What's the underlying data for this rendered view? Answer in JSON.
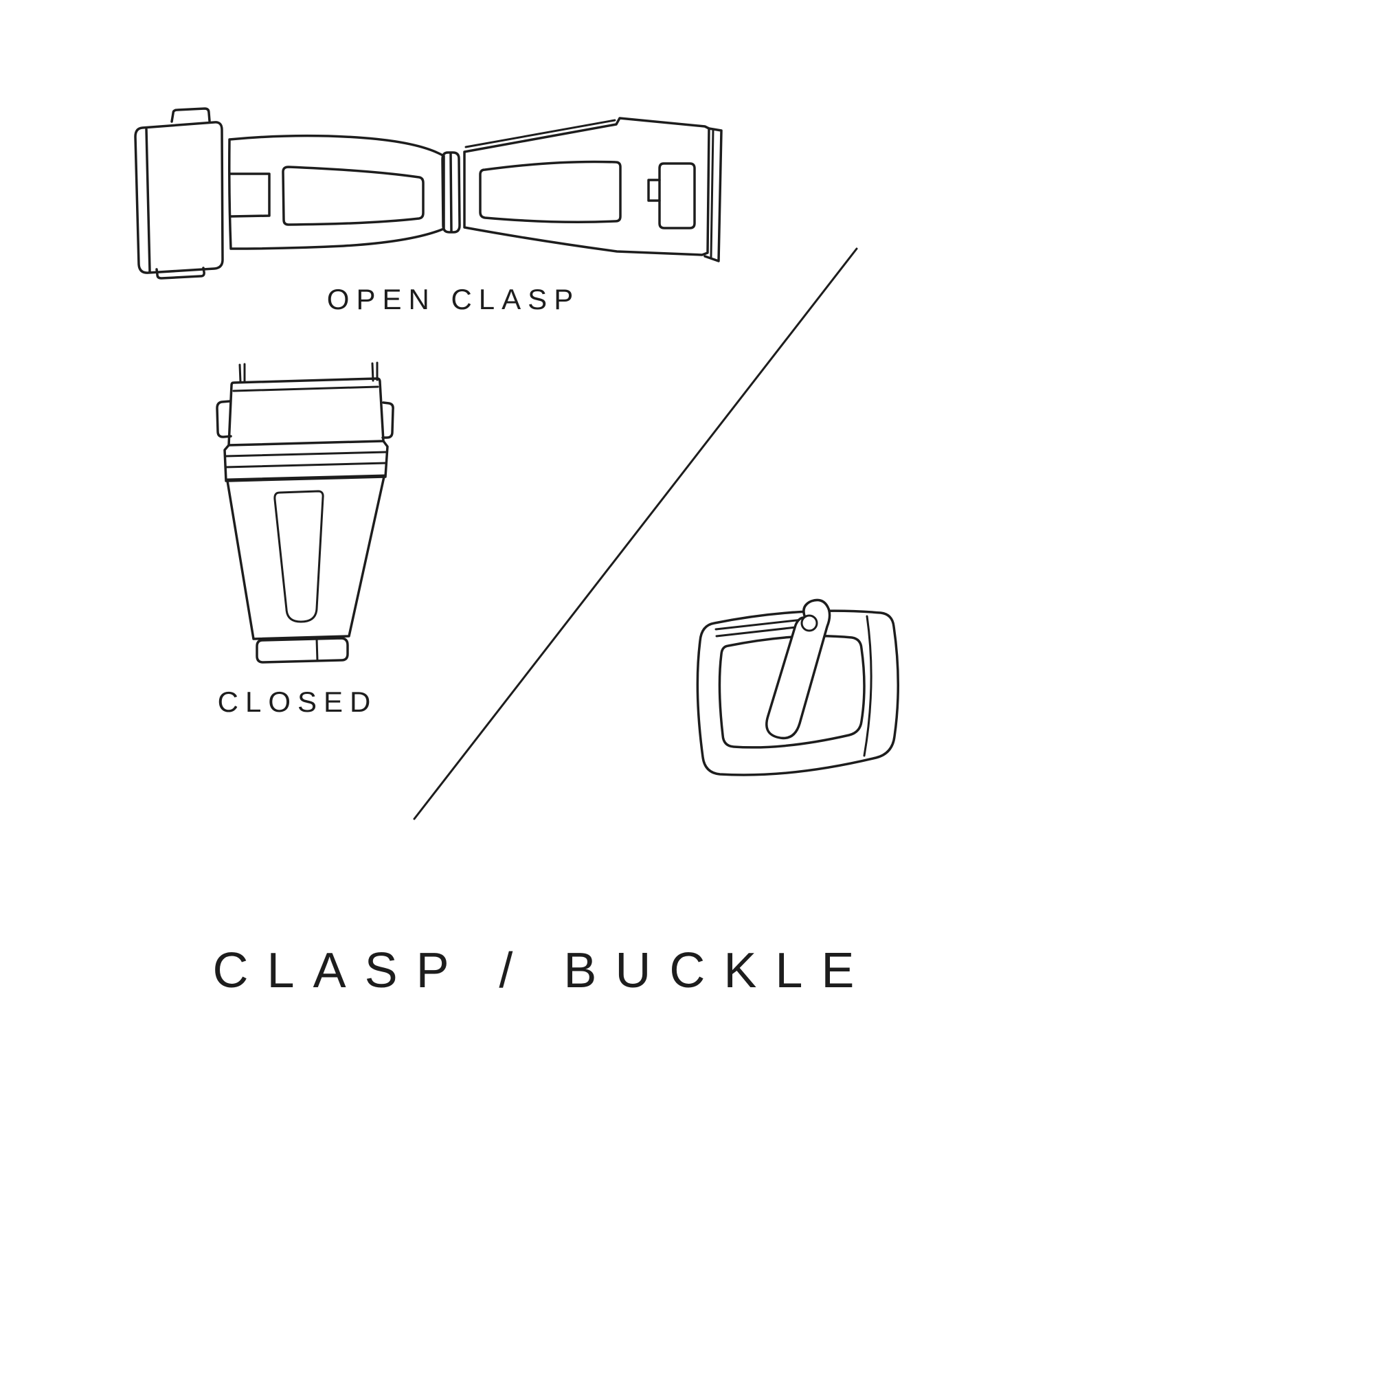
{
  "page": {
    "background": "#ffffff",
    "ink_color": "#1d1d1d"
  },
  "labels": {
    "open_clasp": "OPEN CLASP",
    "closed": "CLOSED"
  },
  "title": {
    "text": "CLASP / BUCKLE"
  },
  "illustrations": [
    {
      "name": "open-clasp-illustration",
      "meaning": "watch deployant clasp shown open"
    },
    {
      "name": "closed-clasp-illustration",
      "meaning": "watch clasp shown closed"
    },
    {
      "name": "buckle-illustration",
      "meaning": "watch tang buckle with prong"
    },
    {
      "name": "diagonal-divider-line",
      "meaning": "separator between clasp and buckle figures"
    }
  ]
}
